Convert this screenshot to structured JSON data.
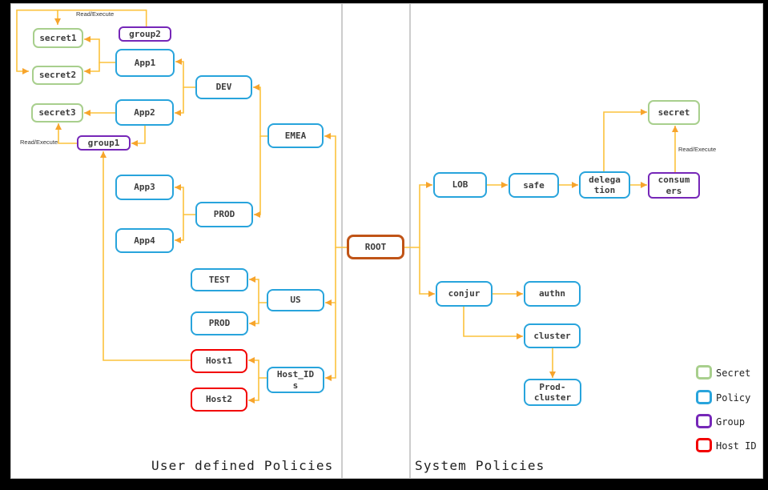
{
  "sections": {
    "left_title": "User defined Policies",
    "right_title": "System Policies"
  },
  "nodes": {
    "secret1": {
      "label": "secret1",
      "type": "secret"
    },
    "secret2": {
      "label": "secret2",
      "type": "secret"
    },
    "secret3": {
      "label": "secret3",
      "type": "secret"
    },
    "group2": {
      "label": "group2",
      "type": "group"
    },
    "group1": {
      "label": "group1",
      "type": "group"
    },
    "app1": {
      "label": "App1",
      "type": "policy"
    },
    "app2": {
      "label": "App2",
      "type": "policy"
    },
    "app3": {
      "label": "App3",
      "type": "policy"
    },
    "app4": {
      "label": "App4",
      "type": "policy"
    },
    "dev": {
      "label": "DEV",
      "type": "policy"
    },
    "emea": {
      "label": "EMEA",
      "type": "policy"
    },
    "prod_emea": {
      "label": "PROD",
      "type": "policy"
    },
    "test": {
      "label": "TEST",
      "type": "policy"
    },
    "us": {
      "label": "US",
      "type": "policy"
    },
    "prod_us": {
      "label": "PROD",
      "type": "policy"
    },
    "host1": {
      "label": "Host1",
      "type": "host"
    },
    "host2": {
      "label": "Host2",
      "type": "host"
    },
    "host_ids": {
      "label": "Host_ID\ns",
      "type": "policy"
    },
    "root": {
      "label": "ROOT",
      "type": "root"
    },
    "lob": {
      "label": "LOB",
      "type": "policy"
    },
    "safe": {
      "label": "safe",
      "type": "policy"
    },
    "delegation": {
      "label": "delega\ntion",
      "type": "policy"
    },
    "consumers": {
      "label": "consum\ners",
      "type": "group"
    },
    "secret_sys": {
      "label": "secret",
      "type": "secret"
    },
    "conjur": {
      "label": "conjur",
      "type": "policy"
    },
    "authn": {
      "label": "authn",
      "type": "policy"
    },
    "cluster": {
      "label": "cluster",
      "type": "policy"
    },
    "prod_cluster": {
      "label": "Prod-\ncluster",
      "type": "policy"
    }
  },
  "edge_labels": {
    "group2_secrets": "Read/Execute",
    "group1_secret3": "Read/Execute",
    "consumers_secret": "Read/Execute"
  },
  "edges": [
    {
      "from": "group2",
      "to": "secret1",
      "label": "Read/Execute"
    },
    {
      "from": "group2",
      "to": "secret2",
      "label": "Read/Execute"
    },
    {
      "from": "App1",
      "to": "secret1"
    },
    {
      "from": "App1",
      "to": "secret2"
    },
    {
      "from": "DEV",
      "to": "App1"
    },
    {
      "from": "DEV",
      "to": "App2"
    },
    {
      "from": "App2",
      "to": "secret3"
    },
    {
      "from": "App2",
      "to": "group1"
    },
    {
      "from": "group1",
      "to": "secret3",
      "label": "Read/Execute"
    },
    {
      "from": "EMEA",
      "to": "DEV"
    },
    {
      "from": "EMEA",
      "to": "PROD"
    },
    {
      "from": "PROD",
      "to": "App3"
    },
    {
      "from": "PROD",
      "to": "App4"
    },
    {
      "from": "Host1",
      "to": "group1"
    },
    {
      "from": "ROOT",
      "to": "EMEA"
    },
    {
      "from": "ROOT",
      "to": "US"
    },
    {
      "from": "ROOT",
      "to": "Host_IDs"
    },
    {
      "from": "US",
      "to": "TEST"
    },
    {
      "from": "US",
      "to": "PROD"
    },
    {
      "from": "Host_IDs",
      "to": "Host1"
    },
    {
      "from": "Host_IDs",
      "to": "Host2"
    },
    {
      "from": "ROOT",
      "to": "LOB"
    },
    {
      "from": "ROOT",
      "to": "conjur"
    },
    {
      "from": "LOB",
      "to": "safe"
    },
    {
      "from": "safe",
      "to": "delegation"
    },
    {
      "from": "delegation",
      "to": "consumers"
    },
    {
      "from": "delegation",
      "to": "secret"
    },
    {
      "from": "consumers",
      "to": "secret",
      "label": "Read/Execute"
    },
    {
      "from": "conjur",
      "to": "authn"
    },
    {
      "from": "conjur",
      "to": "cluster"
    },
    {
      "from": "cluster",
      "to": "Prod-cluster"
    }
  ],
  "legend": {
    "items": [
      {
        "label": "Secret",
        "color": "#a8cf8d"
      },
      {
        "label": "Policy",
        "color": "#28a4dc"
      },
      {
        "label": "Group",
        "color": "#7627b8"
      },
      {
        "label": "Host ID",
        "color": "#f20000"
      }
    ]
  },
  "colors": {
    "connector": "#fcc23c",
    "arrowhead": "#f7a42c",
    "root_border": "#c05417",
    "background": "#ffffff",
    "frame": "#000000",
    "divider": "#cccccc"
  }
}
